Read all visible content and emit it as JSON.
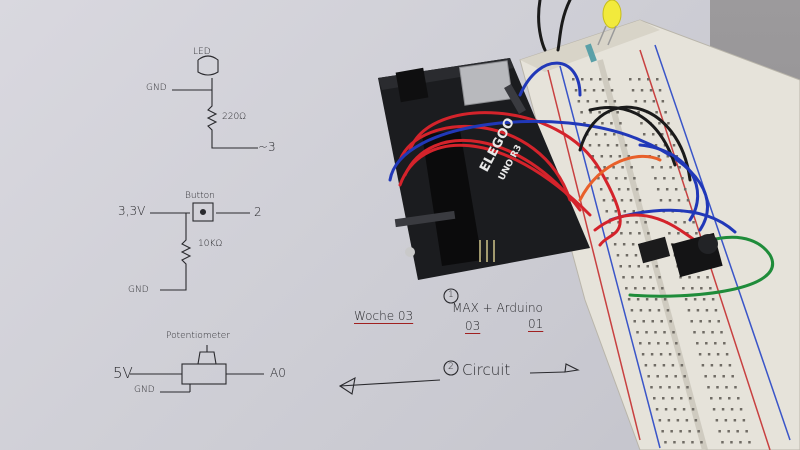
{
  "sketch_led": {
    "title": "LED",
    "gnd": "GND",
    "resistor": "220Ω",
    "pin": "~3"
  },
  "sketch_button": {
    "title": "Button",
    "vcc": "3,3V",
    "pin": "2",
    "resistor": "10KΩ",
    "gnd": "GND"
  },
  "sketch_pot": {
    "title": "Potentiometer",
    "vcc": "5V",
    "gnd": "GND",
    "pin": "A0"
  },
  "notes": {
    "week": "Woche 03",
    "item1_number": "1",
    "item1_text": "MAX + Arduino",
    "item1_sub_left": "03",
    "item1_sub_right": "01",
    "item2_number": "2",
    "item2_text": "Circuit"
  },
  "board": {
    "brand": "ELEGOO",
    "model": "UNO R3"
  },
  "colors": {
    "wire_red": "#d4232b",
    "wire_blue": "#2138b8",
    "wire_green": "#1f8c3a",
    "wire_orange": "#e8602a",
    "wire_black": "#1a1a1a",
    "board": "#1b1c1f",
    "breadboard": "#e9e6de",
    "led": "#f2ea3c"
  }
}
